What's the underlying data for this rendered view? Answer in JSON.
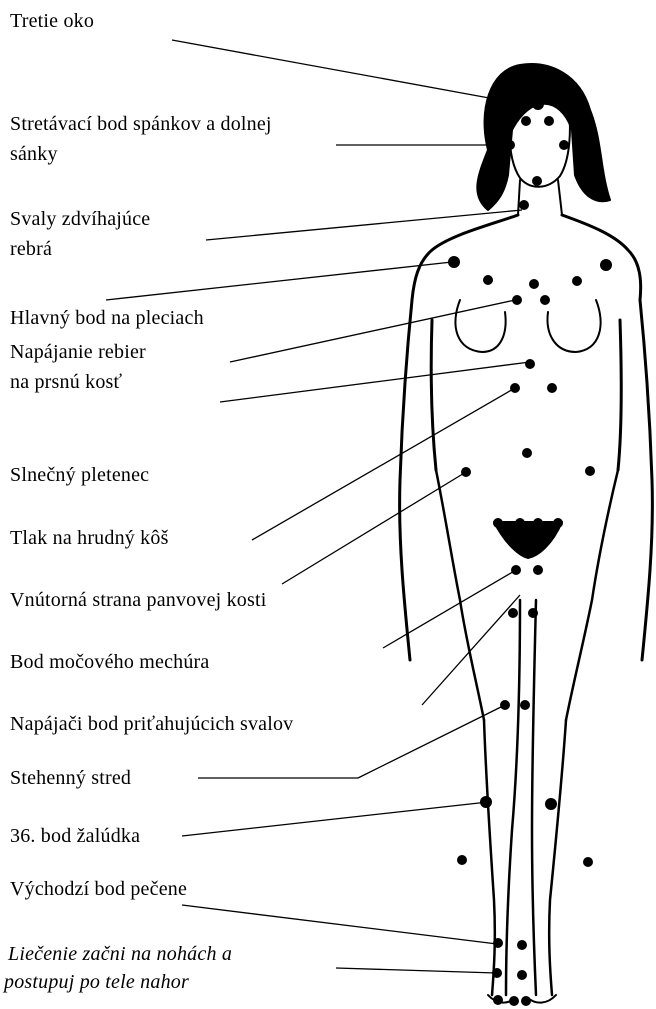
{
  "labels": [
    {
      "id": "third-eye",
      "text": "Tretie oko"
    },
    {
      "id": "temple-jaw",
      "text": "Stretávací bod spánkov a dolnej",
      "text2": "sánky"
    },
    {
      "id": "rib-muscles",
      "text": "Svaly zdvíhajúce",
      "text2": "rebrá"
    },
    {
      "id": "shoulder-point",
      "text": "Hlavný bod na pleciach"
    },
    {
      "id": "rib-sternum",
      "text": "Napájanie rebier",
      "text2": "na prsnú kosť"
    },
    {
      "id": "solar-plexus",
      "text": "Slnečný pletenec"
    },
    {
      "id": "chest-pressure",
      "text": "Tlak na hrudný kôš"
    },
    {
      "id": "pelvic-bone",
      "text": "Vnútorná strana panvovej kosti"
    },
    {
      "id": "bladder-point",
      "text": "Bod močového mechúra"
    },
    {
      "id": "adductor-point",
      "text": "Napájači bod priťahujúcich svalov"
    },
    {
      "id": "thigh-center",
      "text": "Stehenný stred"
    },
    {
      "id": "stomach-36",
      "text": "36. bod žalúdka"
    },
    {
      "id": "liver-start",
      "text": "Východzí bod pečene"
    }
  ],
  "note": {
    "line1": "Liečenie začni na nohách a",
    "line2": "postupuj po tele nahor"
  },
  "colors": {
    "ink": "#000000",
    "background": "#ffffff"
  }
}
